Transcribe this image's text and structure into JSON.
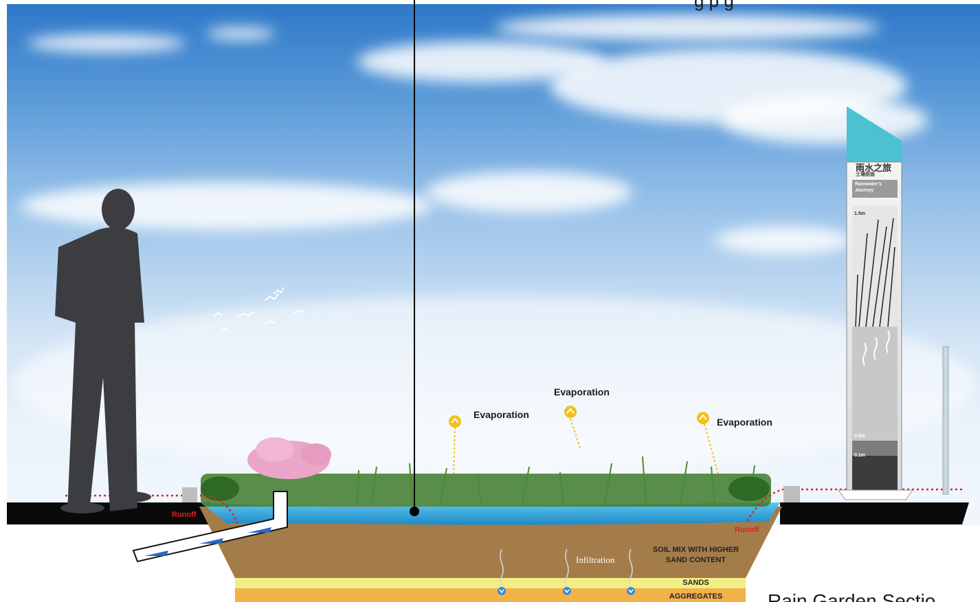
{
  "labels": {
    "evaporation_left": "Evaporation",
    "evaporation_center": "Evaporation",
    "evaporation_right": "Evaporation",
    "runoff_left": "Runoff",
    "runoff_right": "Runoff",
    "infiltration": "Infiltration",
    "soil_mix_line1": "SOIL MIX WITH HIGHER",
    "soil_mix_line2": "SAND CONTENT",
    "sands": "SANDS",
    "aggregates": "AGGREGATES"
  },
  "signpost": {
    "title_cn": "雨水之旅",
    "subtitle_cn": "土壤剖面",
    "title_en": "Rainwater's",
    "title_en2": "Journey",
    "mark_top": "1.5m",
    "mark_mid": "0.3m",
    "mark_low": "0.1m"
  },
  "top_text_fragment": "g    p         g",
  "section_title": "Rain Garden Sectio",
  "colors": {
    "water": "#3aa6dc",
    "soil": "#a47c4a",
    "sands": "#f2ee86",
    "aggregates": "#f2b24a",
    "runoff": "#e02020",
    "evaporation_arrow": "#f2c21a",
    "sign_top": "#4cc1d0"
  }
}
